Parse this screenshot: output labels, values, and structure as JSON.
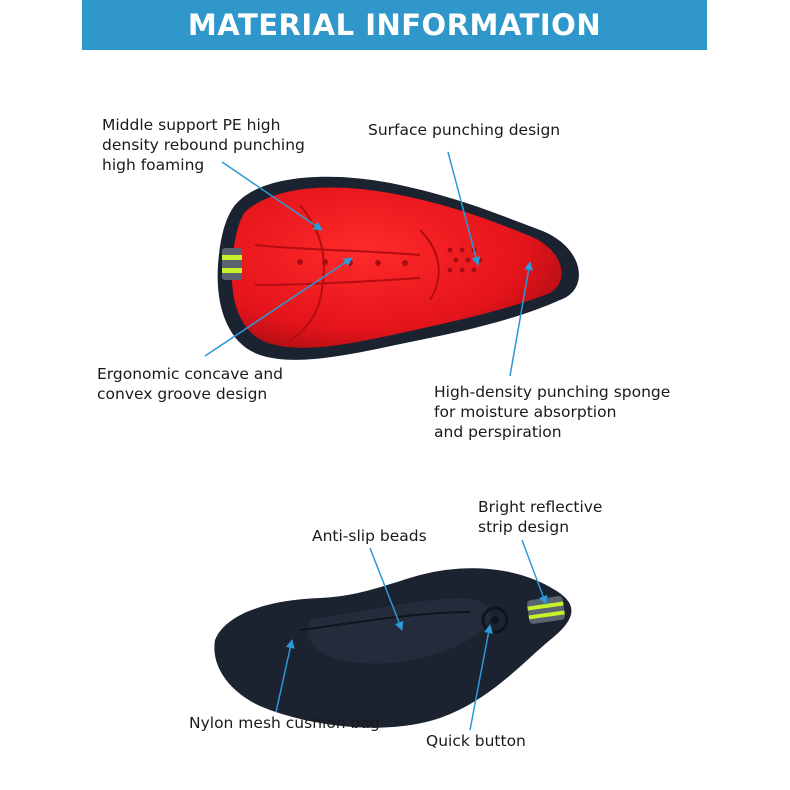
{
  "header": {
    "title": "MATERIAL INFORMATION"
  },
  "top_callouts": {
    "middle_support": [
      "Middle support PE high",
      "density rebound punching",
      "high foaming"
    ],
    "surface_punching": [
      "Surface punching design"
    ],
    "ergonomic": [
      "Ergonomic concave and",
      "convex groove design"
    ],
    "sponge": [
      "High-density punching sponge",
      "for moisture absorption",
      "and perspiration"
    ]
  },
  "bottom_callouts": {
    "reflective": [
      "Bright reflective",
      "strip design"
    ],
    "anti_slip": [
      "Anti-slip beads"
    ],
    "nylon_mesh": [
      "Nylon mesh cushion bag"
    ],
    "quick_button": [
      "Quick button"
    ]
  },
  "colors": {
    "header": "#2f97c9",
    "arrow": "#2b9ad6",
    "cushion_red": "#e4141b",
    "cover_dark": "#1b2230",
    "reflective": "#c8f02a"
  },
  "icons": [
    "saddle-cushion-top-view",
    "saddle-cushion-underside-view",
    "callout-arrow"
  ]
}
